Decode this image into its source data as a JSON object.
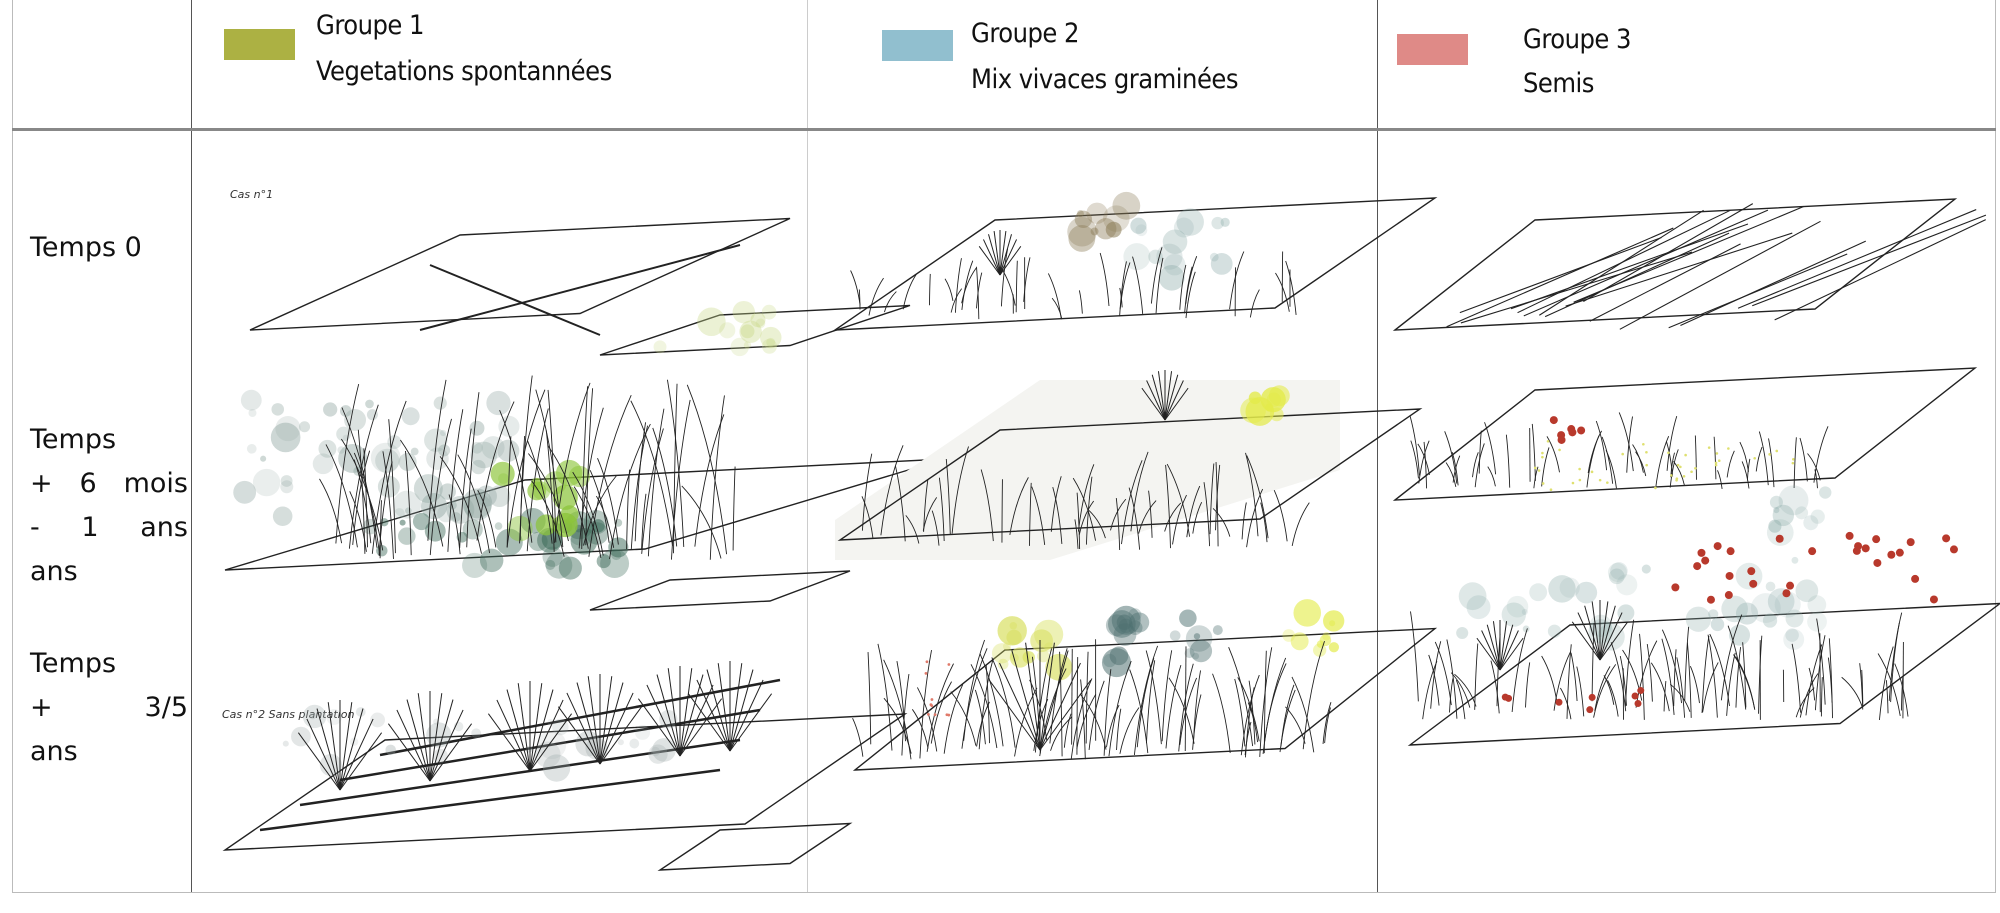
{
  "header": {
    "groups": [
      {
        "title": "Groupe 1",
        "subtitle": "Vegetations spontannées",
        "color": "#acb143"
      },
      {
        "title": "Groupe 2",
        "subtitle": "Mix vivaces graminées",
        "color": "#91bfcf"
      },
      {
        "title": "Groupe 3",
        "subtitle": "Semis",
        "color": "#df8a87"
      }
    ]
  },
  "rows": [
    {
      "label_lines": [
        [
          "Temps 0"
        ]
      ]
    },
    {
      "label_lines": [
        [
          "Temps"
        ],
        [
          "+",
          "6",
          "mois"
        ],
        [
          "-",
          "1",
          "ans"
        ],
        [
          "ans"
        ]
      ]
    },
    {
      "label_lines": [
        [
          "Temps"
        ],
        [
          "+",
          "3/5"
        ],
        [
          "ans"
        ]
      ]
    }
  ],
  "sketch_notes": [
    "Cas n°1",
    "Cas n°2 Sans plantation"
  ]
}
